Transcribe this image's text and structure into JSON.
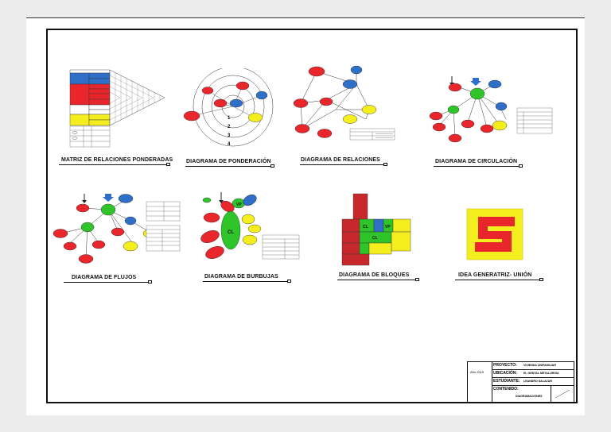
{
  "captions": {
    "matriz": "MATRIZ DE RELACIONES PONDERADAS",
    "ponderacion": "DIAGRAMA DE PONDERACIÓN",
    "relaciones": "DIAGRAMA DE RELACIONES",
    "circulacion": "DIAGRAMA DE CIRCULACIÓN",
    "flujos": "DIAGRAMA DE FLUJOS",
    "burbujas": "DIAGRAMA DE BURBUJAS",
    "bloques": "DIAGRAMA DE BLOQUES",
    "idea": "IDEA GENERATRIZ- UNIÓN"
  },
  "ponderacion_ring_numbers": [
    "1",
    "2",
    "3",
    "4"
  ],
  "bubble_labels": {
    "cl": "CL",
    "vp": "VP"
  },
  "title_block": {
    "year": "Año 2019",
    "proyecto_label": "PROYECTO:",
    "proyecto_value": "VIVIENDA UNIFAMILIAR",
    "ubicacion_label": "UBICACIÓN:",
    "ubicacion_value": "EL GENTAL METALURGIA",
    "estudiante_label": "ESTUDIANTE:",
    "estudiante_value": "LEANDRO SALAZAR",
    "contenido_label": "CONTENIDO:",
    "contenido_value": "DIAGRAMACIONES"
  },
  "colors": {
    "red": "#e8262b",
    "green": "#2fc52a",
    "blue": "#2f6fc8",
    "yellow": "#f4ee1f",
    "dark_red": "#c7282c"
  }
}
